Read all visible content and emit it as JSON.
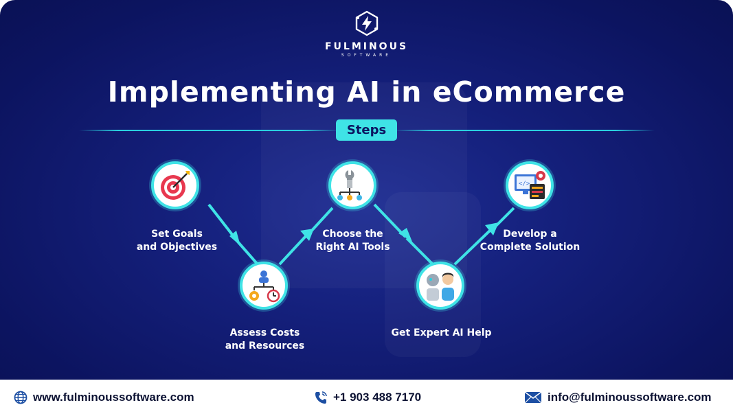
{
  "brand": {
    "name": "FULMINOUS",
    "tagline": "SOFTWARE",
    "logo_icon": "lightning-hexagon-icon"
  },
  "title": "Implementing AI in eCommerce",
  "badge": "Steps",
  "accent_color": "#3fe3e6",
  "background_color": "#141f7a",
  "steps": [
    {
      "line1": "Set Goals",
      "line2": "and Objectives",
      "icon": "target-arrow-icon"
    },
    {
      "line1": "Assess Costs",
      "line2": "and Resources",
      "icon": "resources-gear-clock-icon"
    },
    {
      "line1": "Choose the",
      "line2": "Right AI Tools",
      "icon": "wrench-network-icon"
    },
    {
      "line1": "Get Expert AI Help",
      "line2": "",
      "icon": "robot-person-icon"
    },
    {
      "line1": "Develop a",
      "line2": "Complete Solution",
      "icon": "code-screen-gear-icon"
    }
  ],
  "footer": {
    "website": "www.fulminoussoftware.com",
    "phone": "+1 903 488 7170",
    "email": "info@fulminoussoftware.com"
  }
}
